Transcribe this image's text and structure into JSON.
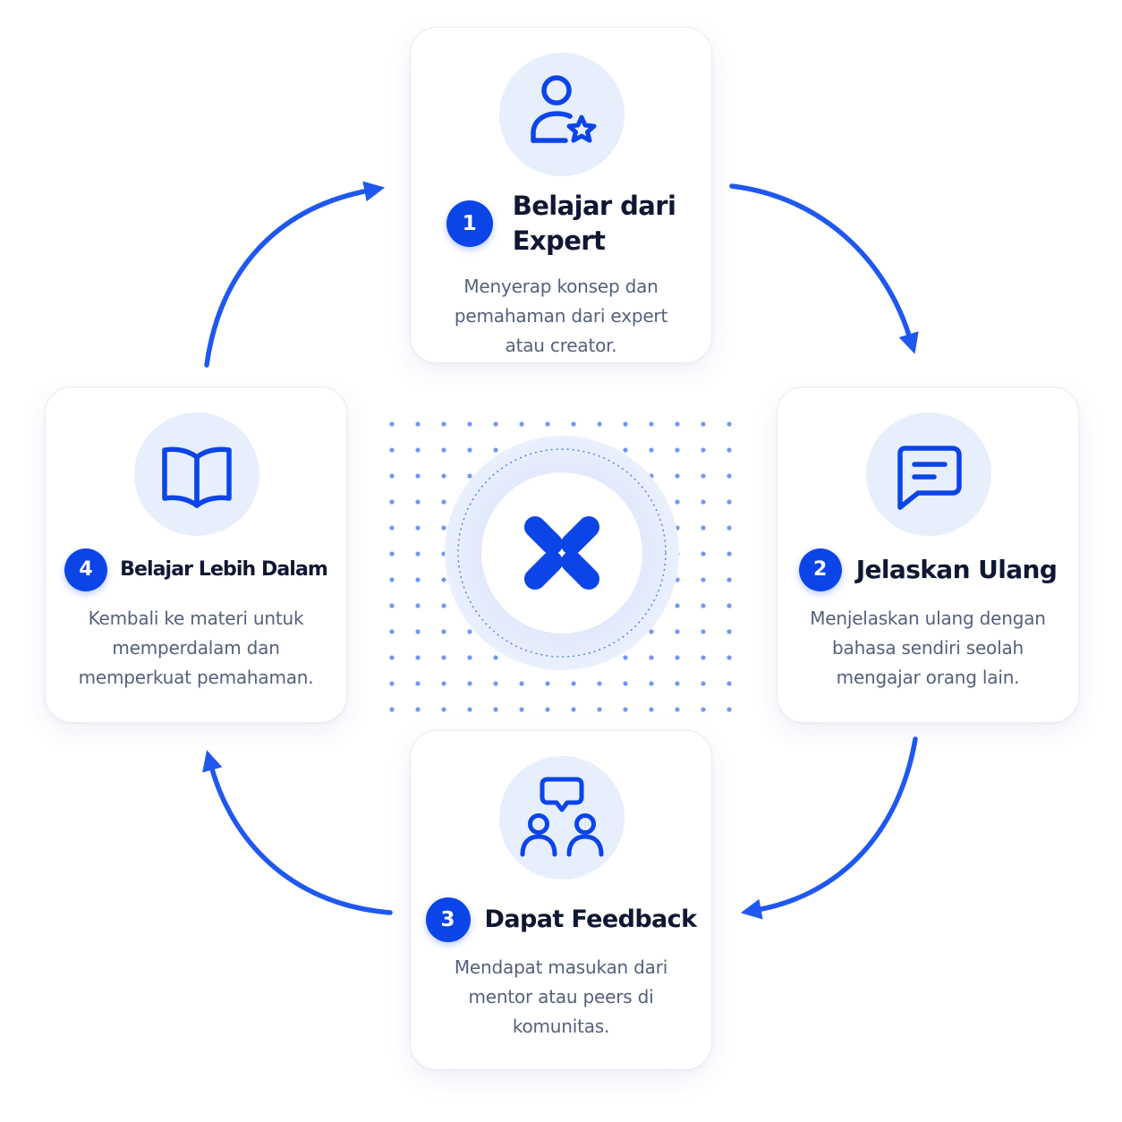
{
  "colors": {
    "accent": "#0b45e8",
    "arrow": "#1f58f0",
    "icon_bg": "#e7eefc",
    "title": "#0f1733",
    "text": "#54607c",
    "dot": "#4f7df0"
  },
  "center": {
    "icon": "x-cross-icon"
  },
  "steps": [
    {
      "number": "1",
      "title_lines": [
        "Belajar dari",
        "Expert"
      ],
      "desc_lines": [
        "Menyerap konsep dan",
        "pemahaman dari expert",
        "atau creator."
      ],
      "icon": "user-star-icon"
    },
    {
      "number": "2",
      "title_lines": [
        "Jelaskan Ulang"
      ],
      "desc_lines": [
        "Menjelaskan ulang dengan",
        "bahasa sendiri seolah",
        "mengajar orang lain."
      ],
      "icon": "chat-message-icon"
    },
    {
      "number": "3",
      "title_lines": [
        "Dapat Feedback"
      ],
      "desc_lines": [
        "Mendapat masukan dari",
        "mentor atau peers di",
        "komunitas."
      ],
      "icon": "people-chat-icon"
    },
    {
      "number": "4",
      "title_lines": [
        "Belajar Lebih Dalam"
      ],
      "desc_lines": [
        "Kembali ke materi untuk",
        "memperdalam dan",
        "memperkuat pemahaman."
      ],
      "icon": "open-book-icon"
    }
  ]
}
